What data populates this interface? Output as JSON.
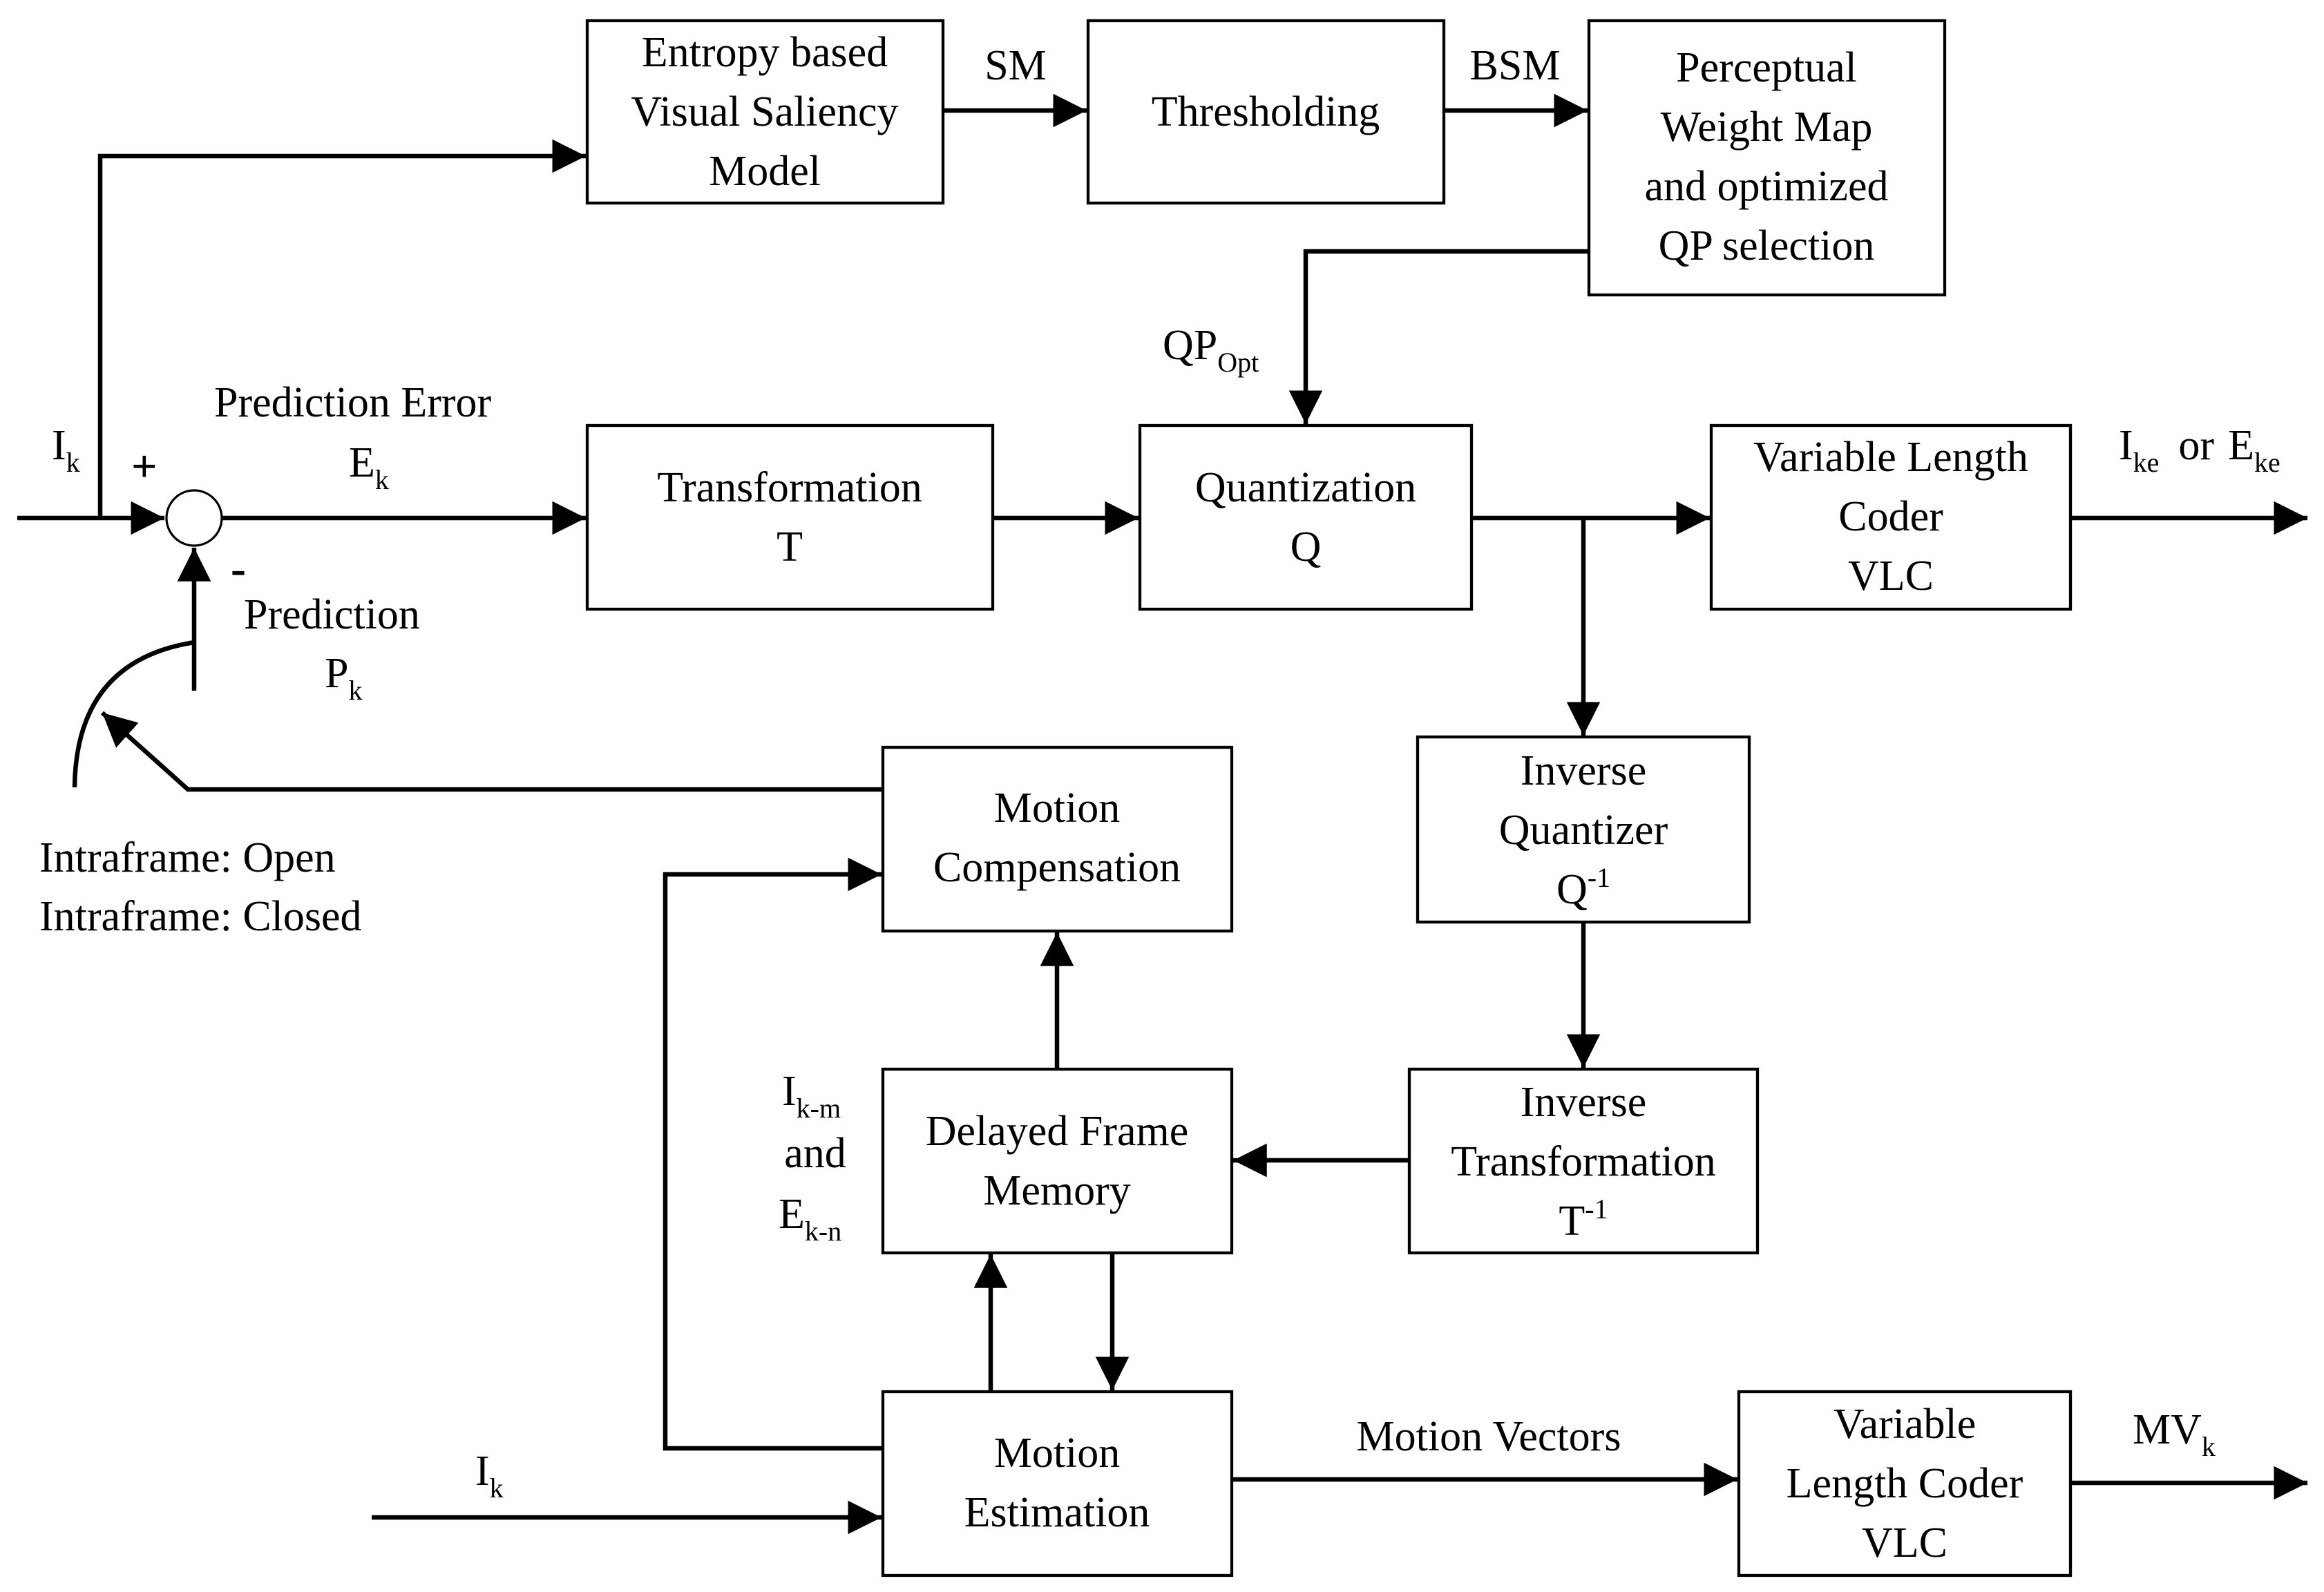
{
  "blocks": {
    "saliency": {
      "lines": [
        "Entropy based",
        "Visual Saliency",
        "Model"
      ]
    },
    "threshold": {
      "lines": [
        "Thresholding"
      ]
    },
    "perceptual": {
      "lines": [
        "Perceptual",
        "Weight Map",
        "and optimized",
        "QP selection"
      ]
    },
    "transform": {
      "lines": [
        "Transformation",
        "T"
      ]
    },
    "quant": {
      "lines": [
        "Quantization",
        "Q"
      ]
    },
    "vlc1": {
      "lines": [
        "Variable Length",
        "Coder",
        "VLC"
      ]
    },
    "invquant": {
      "lines": [
        "Inverse",
        "Quantizer"
      ],
      "sym": "Q",
      "sup": "-1"
    },
    "invtrans": {
      "lines": [
        "Inverse",
        "Transformation"
      ],
      "sym": "T",
      "sup": "-1"
    },
    "motcomp": {
      "lines": [
        "Motion",
        "Compensation"
      ]
    },
    "delayed": {
      "lines": [
        "Delayed Frame",
        "Memory"
      ]
    },
    "motest": {
      "lines": [
        "Motion",
        "Estimation"
      ]
    },
    "vlc2": {
      "lines": [
        "Variable",
        "Length Coder",
        "VLC"
      ]
    }
  },
  "labels": {
    "sm": "SM",
    "bsm": "BSM",
    "qp": "QP",
    "qp_sub": "Opt",
    "input": "I",
    "input_sub": "k",
    "plus": "+",
    "minus": "-",
    "pred_error": "Prediction Error",
    "ek": "E",
    "ek_sub": "k",
    "prediction": "Prediction",
    "pk": "P",
    "pk_sub": "k",
    "out_i": "I",
    "out_i_sub": "ke",
    "out_or": "or",
    "out_e": "E",
    "out_e_sub": "ke",
    "intra_open": "Intraframe: Open",
    "intra_closed": "Intraframe: Closed",
    "ikm": "I",
    "ikm_sub": "k-m",
    "and": "and",
    "ekn": "E",
    "ekn_sub": "k-n",
    "ik2": "I",
    "ik2_sub": "k",
    "motion_vectors": "Motion Vectors",
    "mv": "MV",
    "mv_sub": "k"
  },
  "colors": {
    "stroke": "#000000",
    "background": "#ffffff"
  }
}
